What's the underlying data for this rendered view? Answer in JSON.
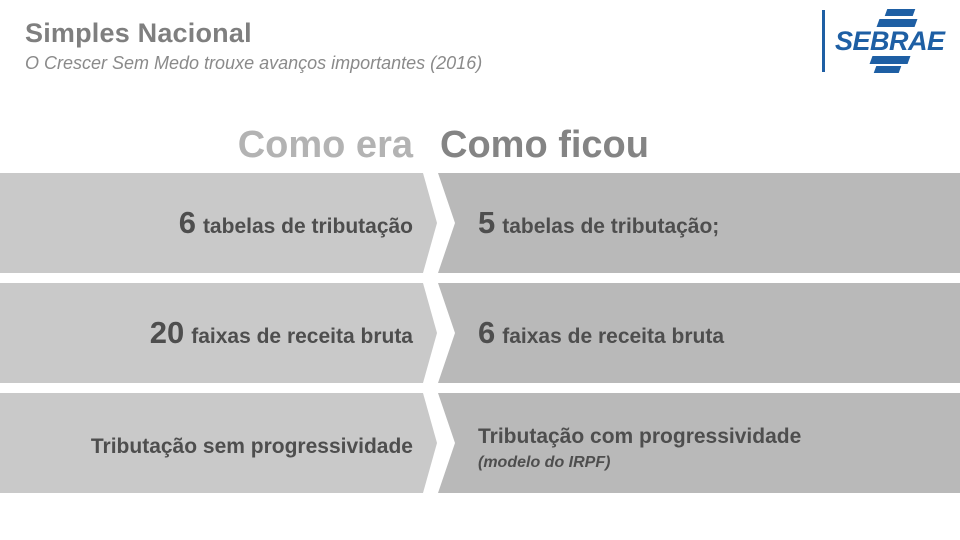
{
  "slide": {
    "title": "Simples Nacional",
    "subtitle": "O Crescer Sem Medo trouxe avanços importantes (2016)",
    "logo": {
      "text": "SEBRAE",
      "flag_icon": "sebrae-flag-stripes",
      "color": "#1e5fa4"
    },
    "comparison": {
      "col_before_label": "Como era",
      "col_after_label": "Como ficou",
      "rows": [
        {
          "before_big": "6",
          "before_rest": "tabelas de tributação",
          "after_big": "5",
          "after_rest": "tabelas de tributação;",
          "after_note": ""
        },
        {
          "before_big": "20",
          "before_rest": "faixas de receita bruta",
          "after_big": "6",
          "after_rest": "faixas de receita bruta",
          "after_note": ""
        },
        {
          "before_big": "",
          "before_rest": "Tributação sem progressividade",
          "after_big": "",
          "after_rest": "Tributação com progressividade",
          "after_note": "(modelo do IRPF)"
        }
      ]
    },
    "colors": {
      "accent_blue": "#1e5fa4",
      "title_gray": "#7f7f7f",
      "header_before_gray": "#b3b3b3",
      "header_after_gray": "#848484",
      "bar_before_gray": "#c9c9c9",
      "bar_after_gray": "#b9b9b9",
      "row_text_gray": "#4e4e4e",
      "background": "#ffffff"
    }
  }
}
